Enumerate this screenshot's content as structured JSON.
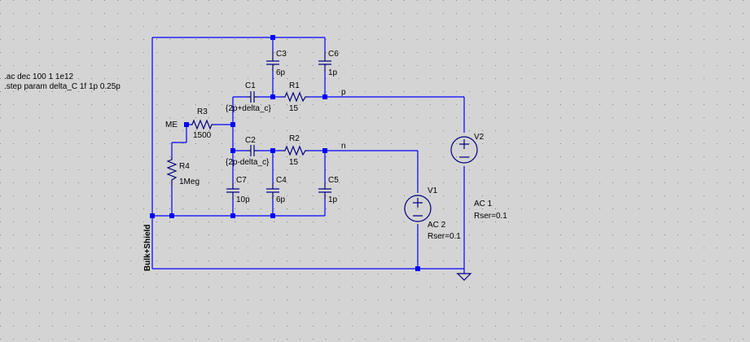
{
  "directives": {
    "ac": ".ac dec 100 1 1e12",
    "step": ".step param delta_C 1f 1p 0.25p"
  },
  "components": {
    "c3": {
      "name": "C3",
      "value": "6p"
    },
    "c6": {
      "name": "C6",
      "value": "1p"
    },
    "c1": {
      "name": "C1",
      "value": "{2p+delta_c}"
    },
    "r1": {
      "name": "R1",
      "value": "15"
    },
    "r3": {
      "name": "R3",
      "value": "1500"
    },
    "c2": {
      "name": "C2",
      "value": "{2p-delta_c}"
    },
    "r2": {
      "name": "R2",
      "value": "15"
    },
    "r4": {
      "name": "R4",
      "value": "1Meg"
    },
    "c7": {
      "name": "C7",
      "value": "10p"
    },
    "c4": {
      "name": "C4",
      "value": "6p"
    },
    "c5": {
      "name": "C5",
      "value": "1p"
    },
    "v1": {
      "name": "V1",
      "ac": "AC 2",
      "rser": "Rser=0.1"
    },
    "v2": {
      "name": "V2",
      "ac": "AC 1",
      "rser": "Rser=0.1"
    }
  },
  "nets": {
    "p": "p",
    "n": "n",
    "me": "ME",
    "bulk": "Bulk+Shield"
  },
  "colors": {
    "background": "#d4d4d4",
    "wire": "#0000ff",
    "component": "#000080",
    "grid_dot": "#808080"
  }
}
